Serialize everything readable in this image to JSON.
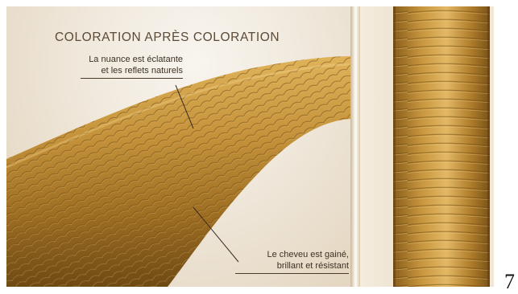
{
  "slide": {
    "title": "COLORATION APRÈS COLORATION",
    "annotation_top_line1": "La nuance est éclatante",
    "annotation_top_line2": "et les reflets naturels",
    "annotation_bottom_line1": "Le cheveu est gainé,",
    "annotation_bottom_line2": "brillant et résistant"
  },
  "page_number": "7",
  "colors": {
    "hair_gold": "#b8862e",
    "hair_highlight": "#e6b85c",
    "hair_shadow": "#6e4a14",
    "background": "#efe8dc"
  }
}
